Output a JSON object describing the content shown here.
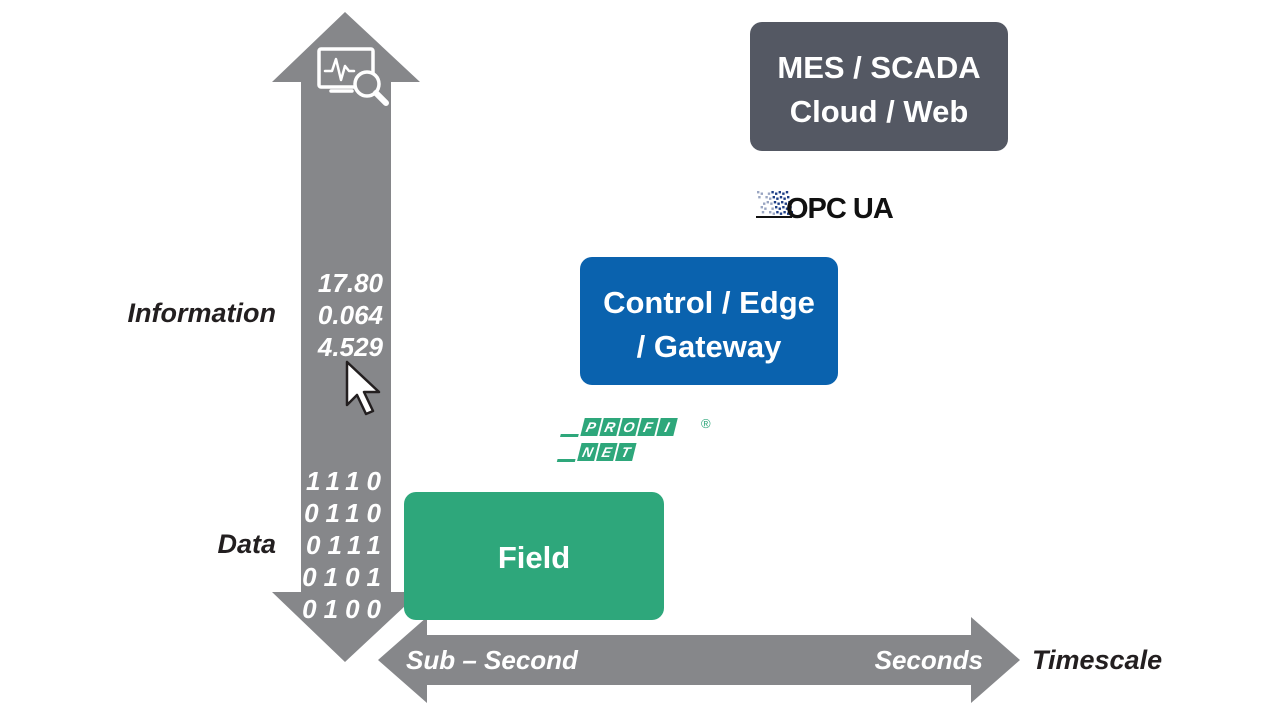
{
  "vertical_axis": {
    "top_label": "Information",
    "bottom_label": "Data",
    "info_values": [
      "17.80",
      "0.064",
      "4.529"
    ],
    "binary_rows": [
      "1110",
      "0110",
      "0111",
      "0101",
      "0100"
    ],
    "top_icon": "monitor-search-icon",
    "pointer_icon": "mouse-cursor-icon"
  },
  "horizontal_axis": {
    "left_label": "Sub – Second",
    "right_label": "Seconds",
    "axis_title": "Timescale"
  },
  "boxes": {
    "field": {
      "label": "Field",
      "color": "#2ea77b"
    },
    "control": {
      "line1": "Control / Edge",
      "line2": "/ Gateway",
      "color": "#0a62ae"
    },
    "mes": {
      "line1": "MES / SCADA",
      "line2": "Cloud / Web",
      "color": "#545863"
    }
  },
  "logos": {
    "profinet": {
      "top": "PROFI",
      "bottom": "NET",
      "mark": "®",
      "color": "#2ea77b"
    },
    "opcua": {
      "text": "OPC UA",
      "color": "#111111"
    }
  },
  "colors": {
    "arrow": "#86878a",
    "text_dark": "#231f20"
  }
}
